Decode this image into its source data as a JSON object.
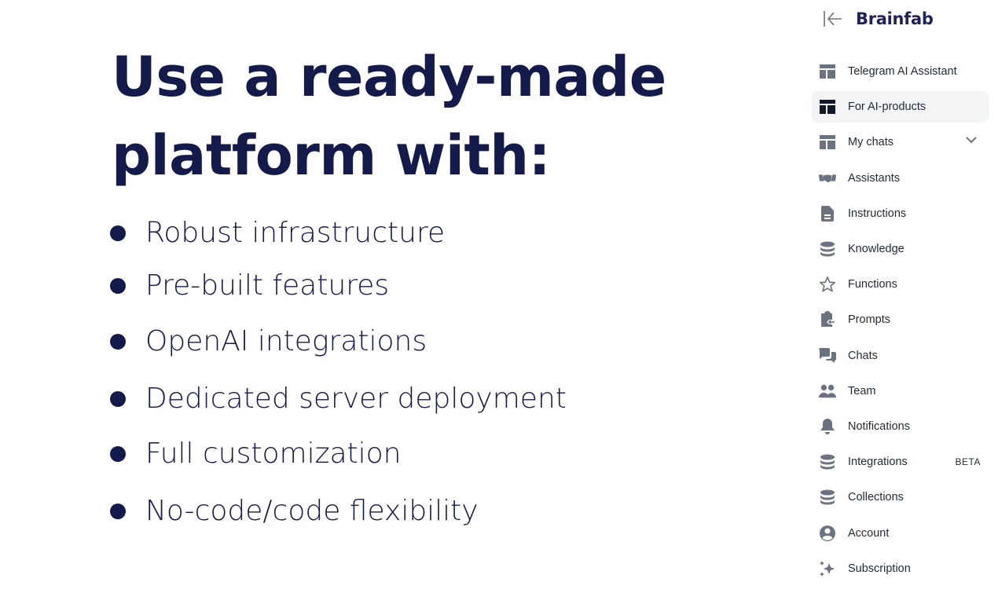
{
  "hero": {
    "title_line1": "Use a ready-made",
    "title_line2": "platform with:"
  },
  "bullets": [
    "Robust infrastructure",
    "Pre-built features",
    "OpenAI integrations",
    "Dedicated server deployment",
    "Full customization",
    "No-code/code flexibility"
  ],
  "sidebar": {
    "brand": "Brainfab",
    "items": [
      {
        "label": "Telegram AI Assistant",
        "icon": "layout-icon"
      },
      {
        "label": "For AI-products",
        "icon": "layout-icon",
        "active": true
      },
      {
        "label": "My chats",
        "icon": "layout-icon"
      },
      {
        "label": "Assistants",
        "icon": "handshake-icon"
      },
      {
        "label": "Instructions",
        "icon": "document-icon"
      },
      {
        "label": "Knowledge",
        "icon": "database-icon"
      },
      {
        "label": "Functions",
        "icon": "star-icon"
      },
      {
        "label": "Prompts",
        "icon": "clipboard-icon"
      },
      {
        "label": "Chats",
        "icon": "chat-bubbles-icon"
      },
      {
        "label": "Team",
        "icon": "users-icon"
      },
      {
        "label": "Notifications",
        "icon": "bell-icon"
      },
      {
        "label": "Integrations",
        "icon": "database-icon",
        "badge": "BETA"
      },
      {
        "label": "Collections",
        "icon": "database-icon"
      },
      {
        "label": "Account",
        "icon": "user-circle-icon"
      },
      {
        "label": "Subscription",
        "icon": "sparkles-icon"
      }
    ]
  },
  "colors": {
    "heading": "#141a4a",
    "icon": "#6b7280",
    "active_bg": "#f3f4f6"
  }
}
